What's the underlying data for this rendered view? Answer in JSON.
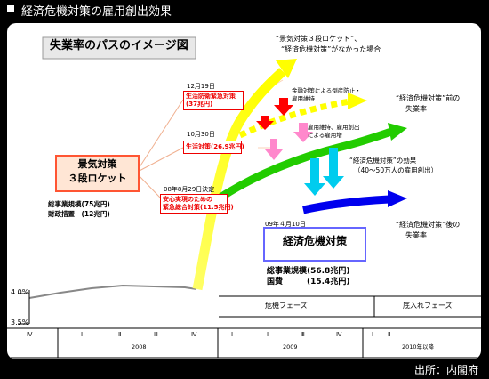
{
  "header": {
    "title": "経済危機対策の雇用創出効果"
  },
  "diagram": {
    "title": "失業率のパスのイメージ図",
    "stimulus_box": {
      "line1": "景気対策",
      "line2": "３段ロケット"
    },
    "stimulus_totals": {
      "line1": "総事業規模(75兆円)",
      "line2": "財政措置　(12兆円)"
    },
    "measures": [
      {
        "date": "08年8月29日決定",
        "line1": "安心実現のための",
        "line2": "緊急総合対策(11.5兆円)"
      },
      {
        "date": "10月30日",
        "line1": "生活対策(26.9兆円)"
      },
      {
        "date": "12月19日",
        "line1": "生活防衛緊急対策",
        "line2": "(37兆円)"
      }
    ],
    "annotations": {
      "no_measures_line1": "“景気対策３段ロケット”、",
      "no_measures_line2": "“経済危機対策”がなかった場合",
      "before_crisis_line1": "“経済危機対策”前の",
      "before_crisis_line2": "失業率",
      "after_crisis_line1": "“経済危機対策”後の",
      "after_crisis_line2": "失業率",
      "effect_line1": "“経済危機対策”の効果",
      "effect_line2": "（40～50万人の雇用創出）",
      "finance_line1": "金融対策による倒産防止・",
      "finance_line2": "雇用維持",
      "employment_line1": "雇用維持、雇用創出",
      "employment_line2": "による雇用増"
    },
    "crisis_measures": {
      "date": "09年４月10日",
      "title": "経済危機対策",
      "scale": "総事業規模(56.8兆円)",
      "fiscal": "国費　　　(15.4兆円)"
    },
    "y_axis": {
      "tick_high": "4.0%",
      "tick_low": "3.5%"
    },
    "phases": {
      "crisis": "危機フェーズ",
      "recovery": "底入れフェーズ"
    },
    "quarters": [
      "Ⅳ",
      "Ⅰ",
      "Ⅱ",
      "Ⅲ",
      "Ⅳ",
      "Ⅰ",
      "Ⅱ",
      "Ⅲ",
      "Ⅳ",
      "Ⅰ",
      "Ⅱ"
    ],
    "years": [
      "2008",
      "2009",
      "2010年以降"
    ],
    "colors": {
      "yellow_path": "#ffff00",
      "green_path": "#22cc00",
      "blue_path": "#0000ee",
      "red_arrow": "#ff0000",
      "pink_arrow": "#ff88cc",
      "cyan_arrow": "#00ccee",
      "measure_text": "#ee0000",
      "box_fill": "#ffe6d5",
      "box_border": "#ff5533"
    }
  },
  "source": "出所：内閣府"
}
